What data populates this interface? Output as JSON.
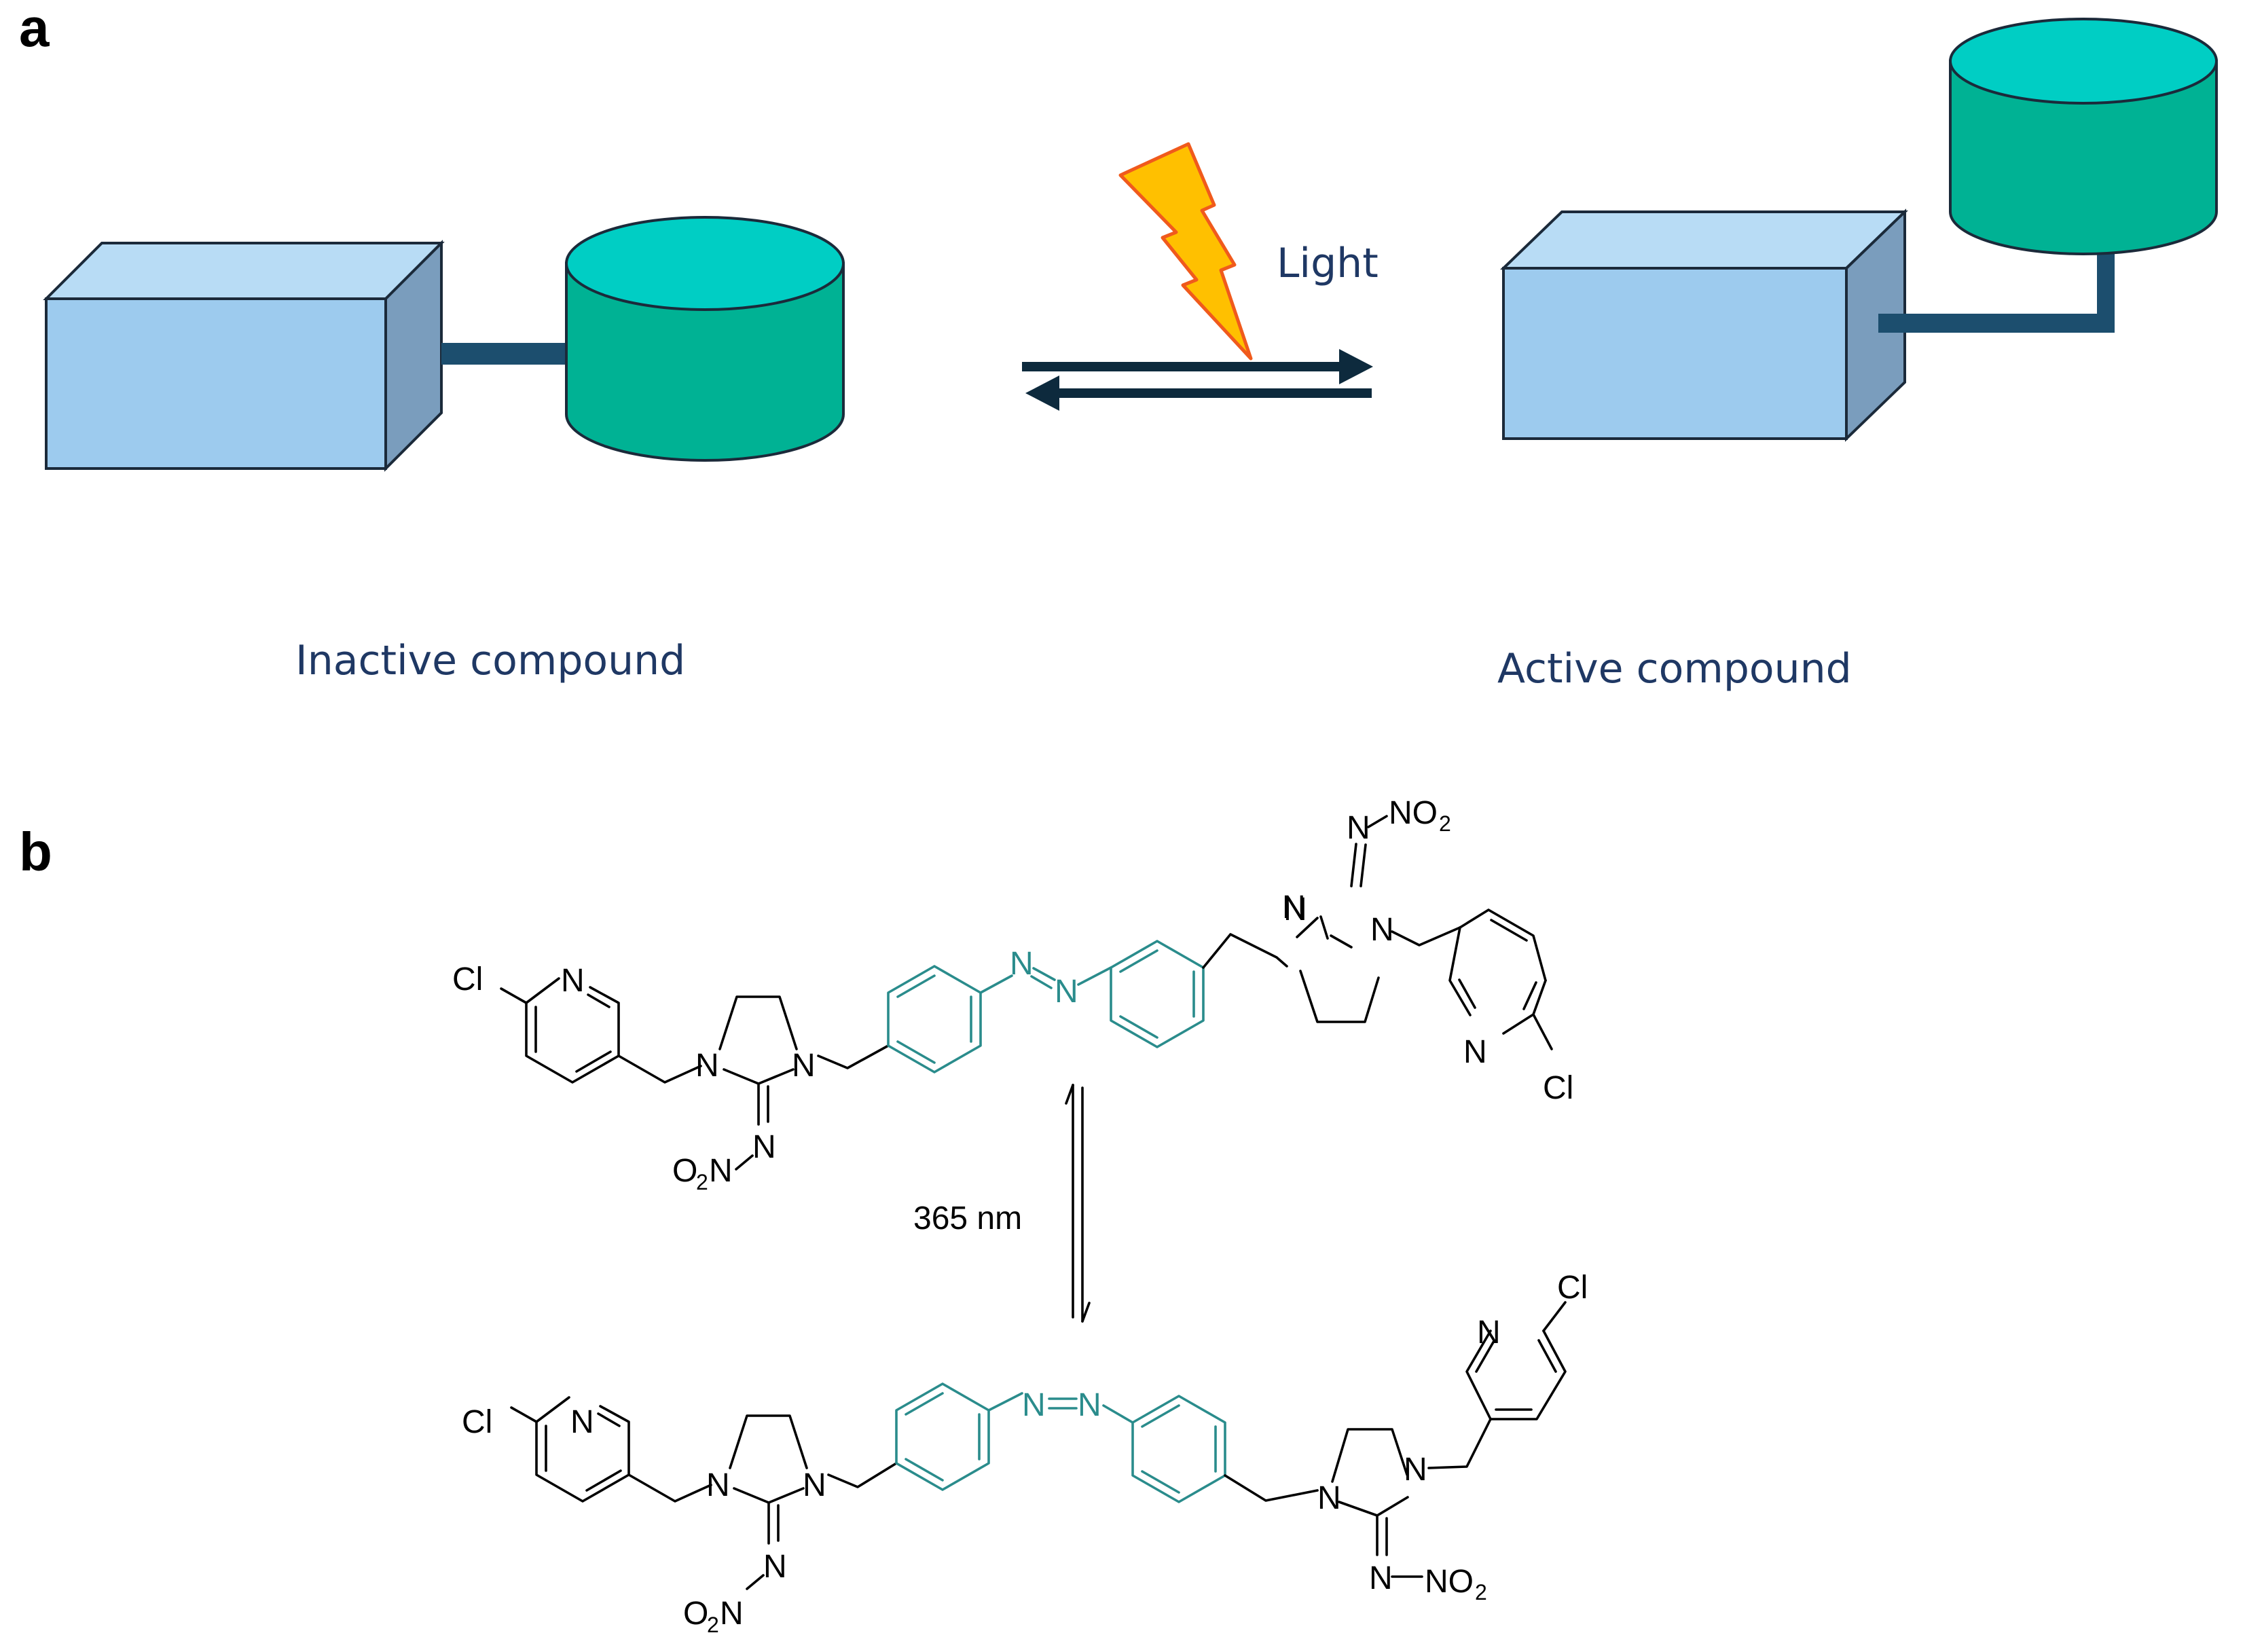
{
  "panels": {
    "a": "a",
    "b": "b"
  },
  "panel_a": {
    "light_label": "Light",
    "left_caption": "Inactive compound",
    "right_caption": "Active compound"
  },
  "panel_b": {
    "wavelength_label": "365 nm",
    "atoms": {
      "cl": "Cl",
      "n": "N",
      "no2": "NO",
      "no2_sub": "2",
      "o2n_o": "O",
      "o2n_sub": "2",
      "o2n_n": "N"
    }
  },
  "colors": {
    "box_front": "#9dcbee",
    "box_top": "#b8dcf5",
    "box_side": "#7a9dbd",
    "cylinder_body": "#00b294",
    "cylinder_top": "#00cec4",
    "linker": "#1c4e6e",
    "arrow": "#0d2a3d",
    "bolt_fill": "#ffc000",
    "bolt_stroke": "#f05a1c",
    "azo_teal": "#2a8c8c",
    "caption": "#1f3864"
  }
}
